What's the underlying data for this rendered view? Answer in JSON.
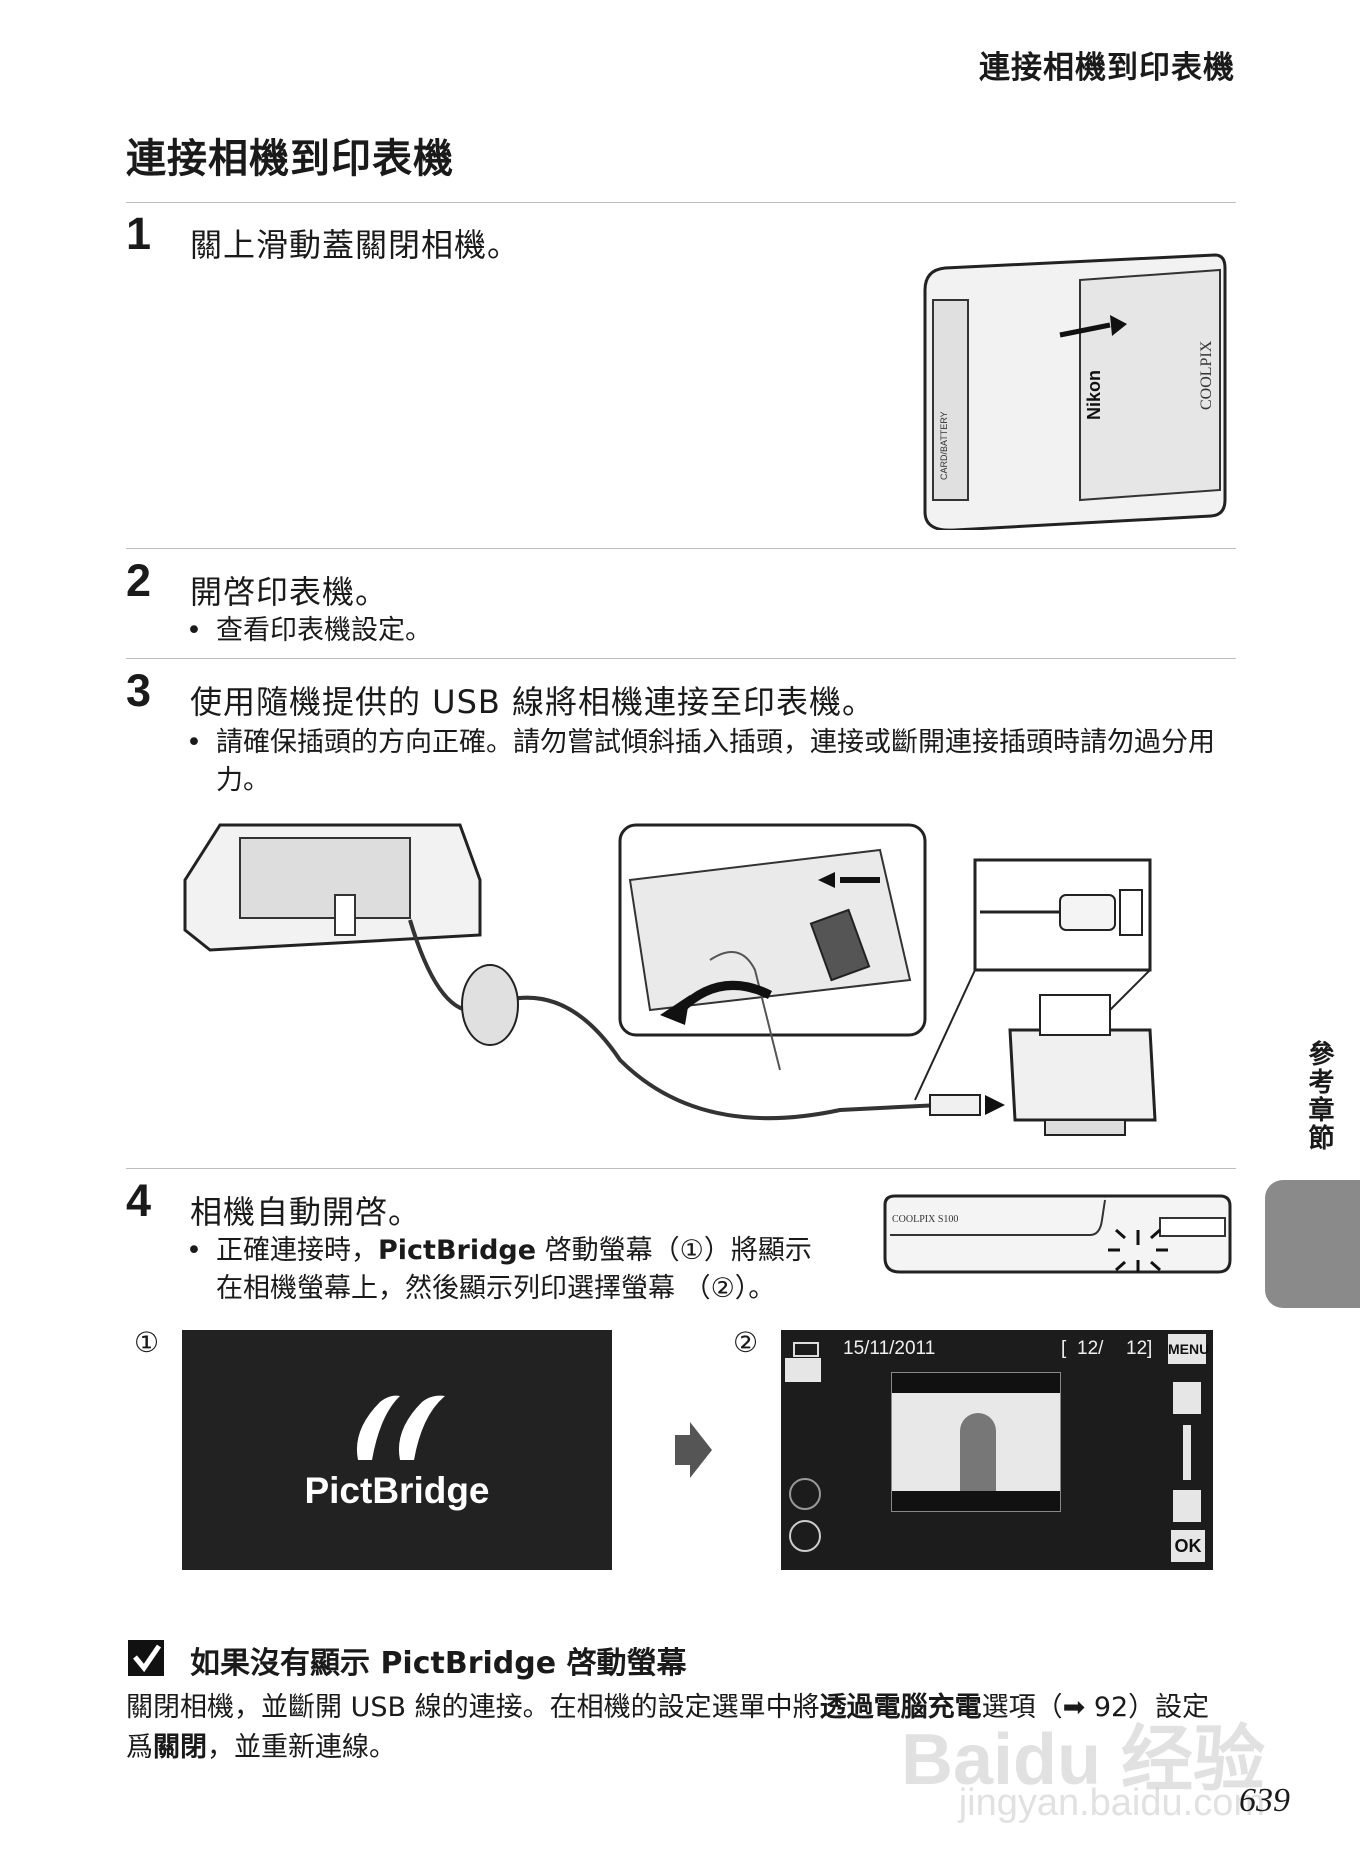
{
  "header": {
    "running_title": "連接相機到印表機"
  },
  "page_title": "連接相機到印表機",
  "steps": [
    {
      "num": "1",
      "text": "關上滑動蓋關閉相機。"
    },
    {
      "num": "2",
      "text": "開啓印表機。",
      "bullets": [
        "查看印表機設定。"
      ]
    },
    {
      "num": "3",
      "text": "使用隨機提供的 USB 線將相機連接至印表機。",
      "bullets": [
        "請確保插頭的方向正確。請勿嘗試傾斜插入插頭，連接或斷開連接插頭時請勿過分用力。"
      ]
    },
    {
      "num": "4",
      "text": "相機自動開啓。"
    }
  ],
  "step4_bullet": {
    "pre": "正確連接時，",
    "bold": "PictBridge",
    "post1": " 啓動螢幕（①）將顯示",
    "line2": "在相機螢幕上，然後顯示列印選擇螢幕 （②）。"
  },
  "camera_labels": {
    "brand": "Nikon",
    "model": "COOLPIX",
    "battery": "CARD/BATTERY",
    "model_top": "COOLPIX S100"
  },
  "screens": {
    "one_marker": "①",
    "two_marker": "②",
    "pictbridge_label": "PictBridge",
    "date": "15/11/2011",
    "count": "12/",
    "total": "12",
    "menu_label": "MENU",
    "ok_label": "OK"
  },
  "note": {
    "title": "如果沒有顯示 PictBridge 啓動螢幕",
    "body_pre": "關閉相機，並斷開 USB 線的連接。在相機的設定選單中將",
    "body_bold1": "透過電腦充電",
    "body_mid": "選項（",
    "body_ref": "92",
    "body_post": "）設定",
    "line2_pre": "爲",
    "line2_bold": "關閉",
    "line2_post": "，並重新連線。"
  },
  "side_label": "參考章節",
  "page_number": "639",
  "watermark": "Baidu 经验",
  "watermark_url": "jingyan.baidu.com"
}
